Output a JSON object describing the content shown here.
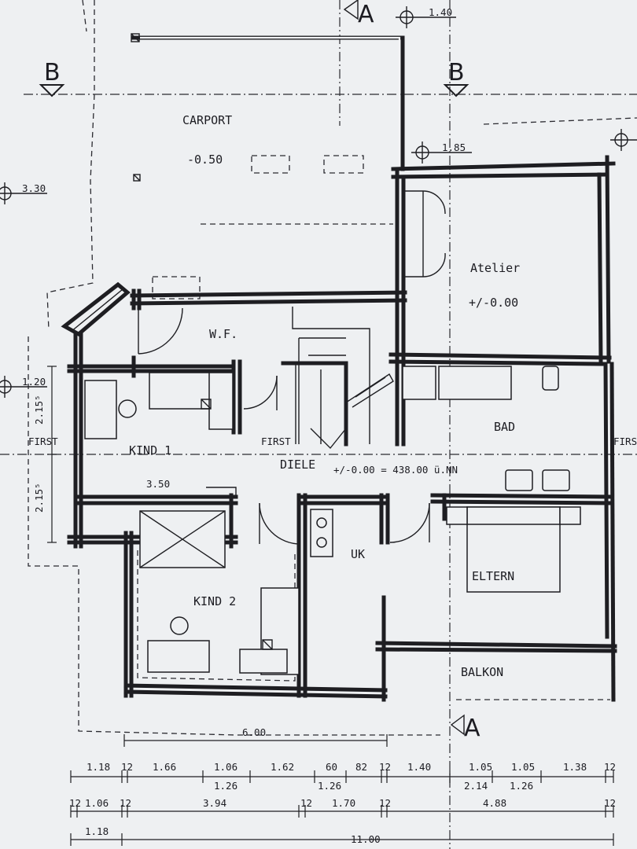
{
  "rooms": {
    "carport": "CARPORT",
    "carport_level": "-0.50",
    "atelier": "Atelier",
    "atelier_level": "+/-0.00",
    "wf": "W.F.",
    "bad": "BAD",
    "kind1": "KIND 1",
    "diele": "DIELE",
    "diele_level": "+/-0.00 = 438.00 ü.NN",
    "uk": "UK",
    "eltern": "ELTERN",
    "kind2": "KIND 2",
    "balkon": "BALKON"
  },
  "labels": {
    "first_left": "FIRST",
    "first_mid": "FIRST",
    "first_right": "FIRS",
    "section_b": "B",
    "section_a": "A"
  },
  "levels": {
    "top": "1.40",
    "right_mid": "1.85",
    "left_a": "3.30",
    "left_b": "1.20"
  },
  "dimensions": {
    "d_350": "3.50",
    "d_215_a": "2.15⁵",
    "d_215_b": "2.15⁵",
    "d_600": "6.00",
    "row1": [
      "1.18",
      "12",
      "1.66",
      "1.06",
      "1.62",
      "60",
      "82",
      "12",
      "1.40",
      "1.05",
      "1.05",
      "1.38",
      "12"
    ],
    "row1_sub": [
      "1.26",
      "1.26",
      "2.14",
      "1.26"
    ],
    "row2": [
      "12",
      "1.06",
      "12",
      "3.94",
      "12",
      "1.70",
      "12",
      "4.88",
      "12"
    ],
    "row3": [
      "1.18",
      "11.00"
    ]
  }
}
